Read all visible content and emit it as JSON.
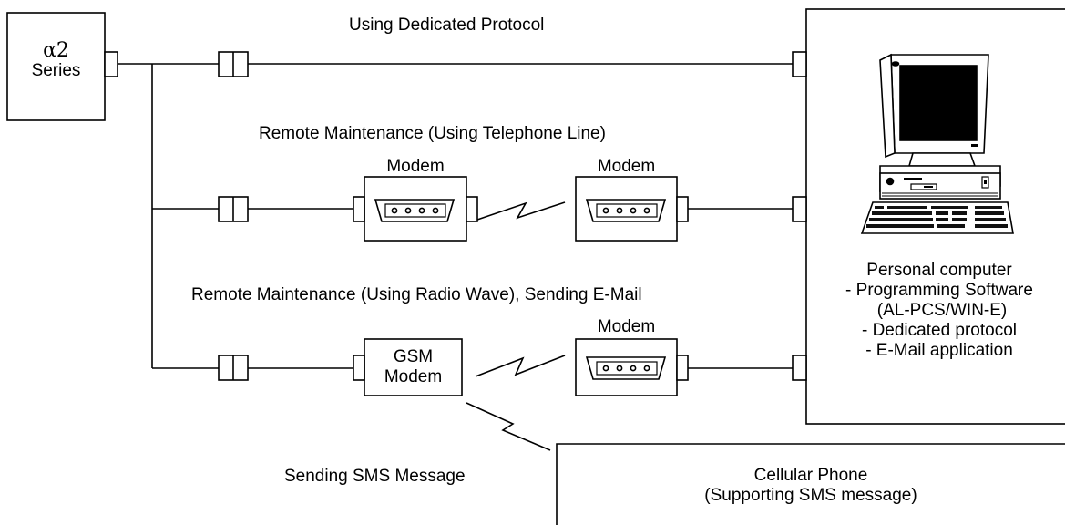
{
  "device": {
    "line1": "α2",
    "line2": "Series"
  },
  "paths": {
    "dedicated": "Using Dedicated Protocol",
    "telephone": "Remote Maintenance (Using Telephone Line)",
    "radio": "Remote Maintenance (Using Radio Wave), Sending E-Mail",
    "sms": "Sending SMS Message"
  },
  "modem_label": "Modem",
  "gsm_modem": {
    "line1": "GSM",
    "line2": "Modem"
  },
  "pc": {
    "title": "Personal computer",
    "items": [
      "- Programming Software",
      "(AL-PCS/WIN-E)",
      "- Dedicated protocol",
      "- E-Mail application"
    ]
  },
  "cellular": {
    "line1": "Cellular Phone",
    "line2": "(Supporting SMS message)"
  },
  "colors": {
    "line": "#000000",
    "background": "#ffffff",
    "screen": "#000000",
    "key": "#111111"
  },
  "icons": [
    "modem-port-icon",
    "personal-computer-icon",
    "lightning-link-icon",
    "connector-icon"
  ]
}
